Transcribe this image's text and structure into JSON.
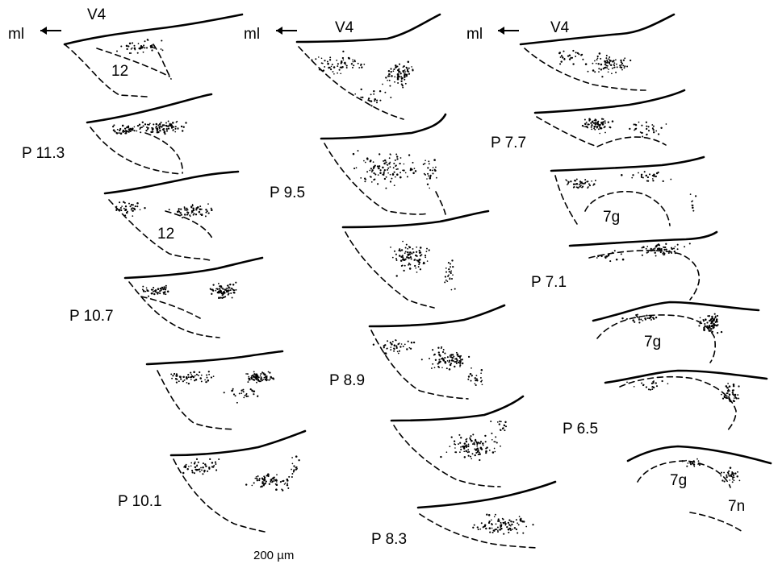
{
  "labels": {
    "ml_a": "ml",
    "ml_b": "ml",
    "ml_c": "ml",
    "v4_a": "V4",
    "v4_b": "V4",
    "v4_c": "V4",
    "n12_a": "12",
    "n12_b": "12",
    "p113": "P 11.3",
    "p107": "P 10.7",
    "p101": "P 10.1",
    "p95": "P 9.5",
    "p89": "P 8.9",
    "p83": "P 8.3",
    "p77": "P 7.7",
    "p71": "P 7.1",
    "p65": "P 6.5",
    "g7_a": "7g",
    "g7_b": "7g",
    "g7_c": "7g",
    "n7": "7n",
    "scale": "200 µm"
  }
}
